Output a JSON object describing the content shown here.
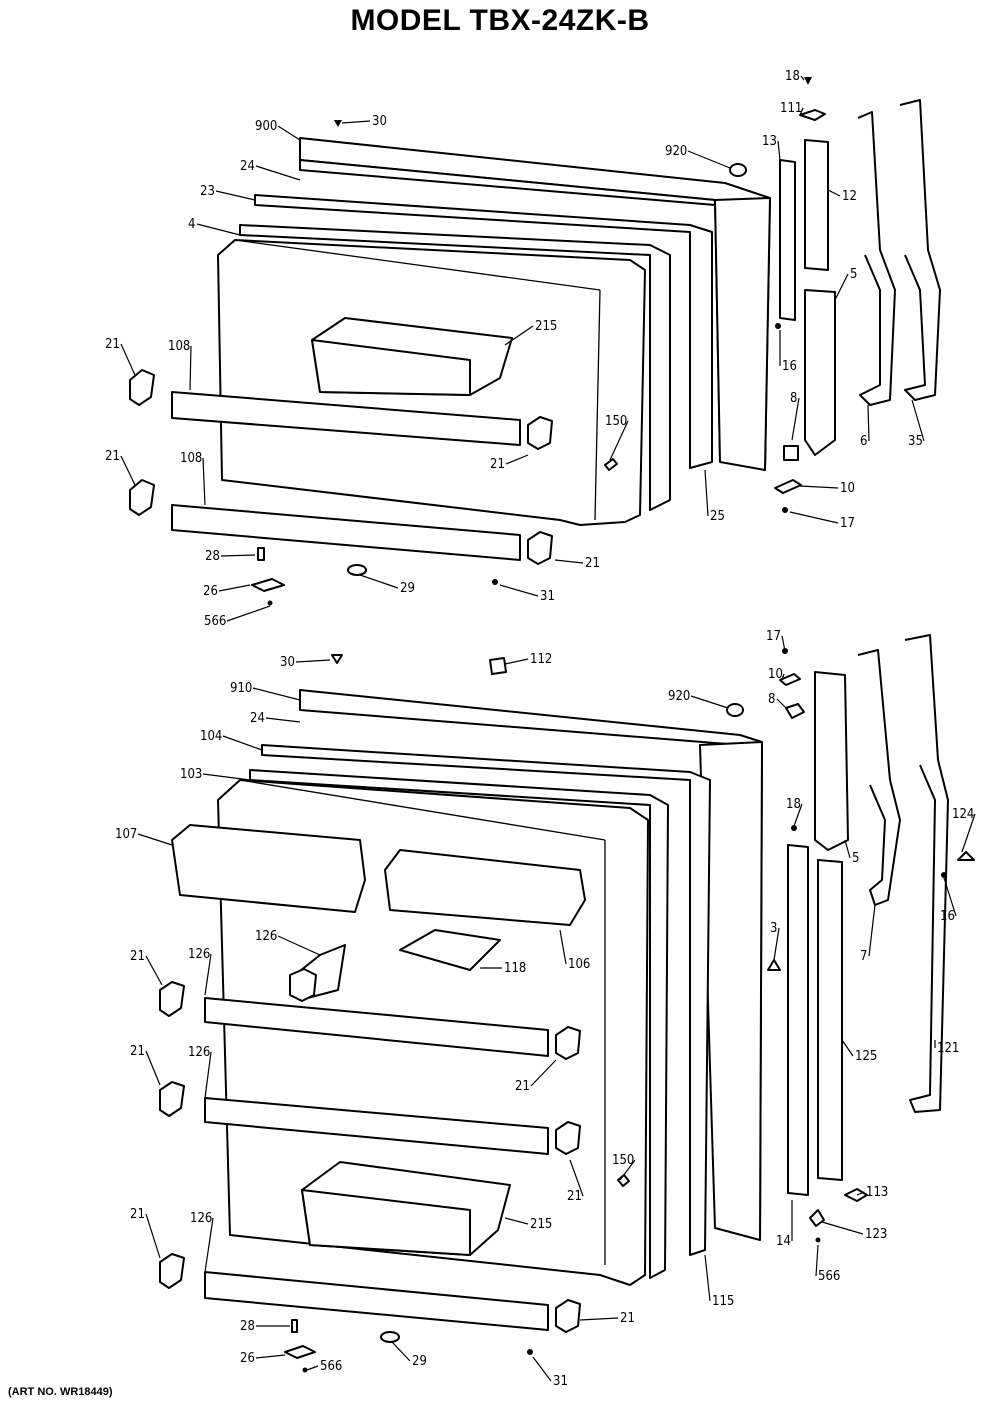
{
  "title": "MODEL TBX-24ZK-B",
  "art_number": "(ART NO. WR18449)",
  "freezer_door_callouts": [
    "18",
    "111",
    "900",
    "30",
    "920",
    "13",
    "12",
    "24",
    "23",
    "4",
    "215",
    "5",
    "16",
    "8",
    "6",
    "35",
    "21",
    "108",
    "150",
    "21",
    "108",
    "25",
    "10",
    "17",
    "21",
    "28",
    "26",
    "29",
    "31",
    "21",
    "566"
  ],
  "fresh_food_door_callouts": [
    "17",
    "30",
    "112",
    "10",
    "920",
    "8",
    "910",
    "24",
    "104",
    "103",
    "18",
    "124",
    "107",
    "5",
    "16",
    "126",
    "3",
    "7",
    "21",
    "126",
    "118",
    "106",
    "21",
    "126",
    "125",
    "121",
    "21",
    "150",
    "21",
    "215",
    "113",
    "21",
    "126",
    "14",
    "123",
    "566",
    "115",
    "21",
    "28",
    "26",
    "29",
    "566",
    "31"
  ]
}
